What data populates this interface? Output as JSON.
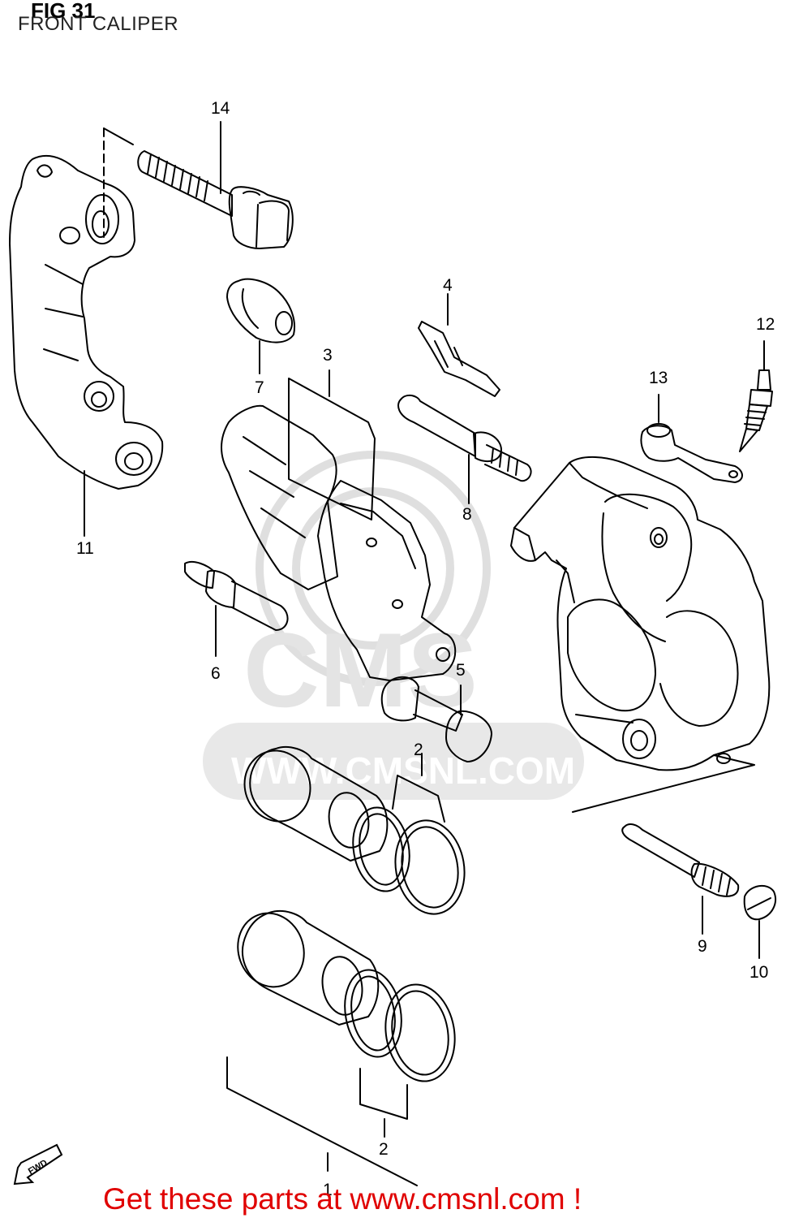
{
  "figure": {
    "title": "FIG 31",
    "subtitle": "FRONT CALIPER"
  },
  "watermark": {
    "text": "WWW.CMSNL.COM",
    "logo": "CMS"
  },
  "callouts": {
    "c1": "1",
    "c2a": "2",
    "c2b": "2",
    "c3": "3",
    "c4": "4",
    "c5": "5",
    "c6": "6",
    "c7": "7",
    "c8": "8",
    "c9": "9",
    "c10": "10",
    "c11": "11",
    "c12": "12",
    "c13": "13",
    "c14": "14"
  },
  "fwd_label": "FWD",
  "cta_text": "Get these parts at www.cmsnl.com !",
  "colors": {
    "line": "#000000",
    "watermark": "#d8d8d8",
    "cta": "#e00000"
  }
}
